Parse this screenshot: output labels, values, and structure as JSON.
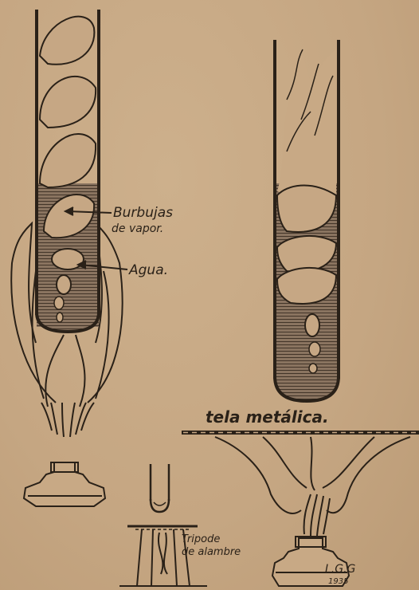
{
  "labels": {
    "bubbles_line1": "Burbujas",
    "bubbles_line2": "de vapor.",
    "water": "Agua.",
    "wire_gauze": "tela metálica.",
    "tripod_line1": "Tripode",
    "tripod_line2": "de alambre"
  },
  "signature": {
    "initials": "L.G.G",
    "year": "1935"
  },
  "colors": {
    "ink": "#2a2118",
    "paper": "#c8a985",
    "liquid": "#5a4a3a"
  }
}
